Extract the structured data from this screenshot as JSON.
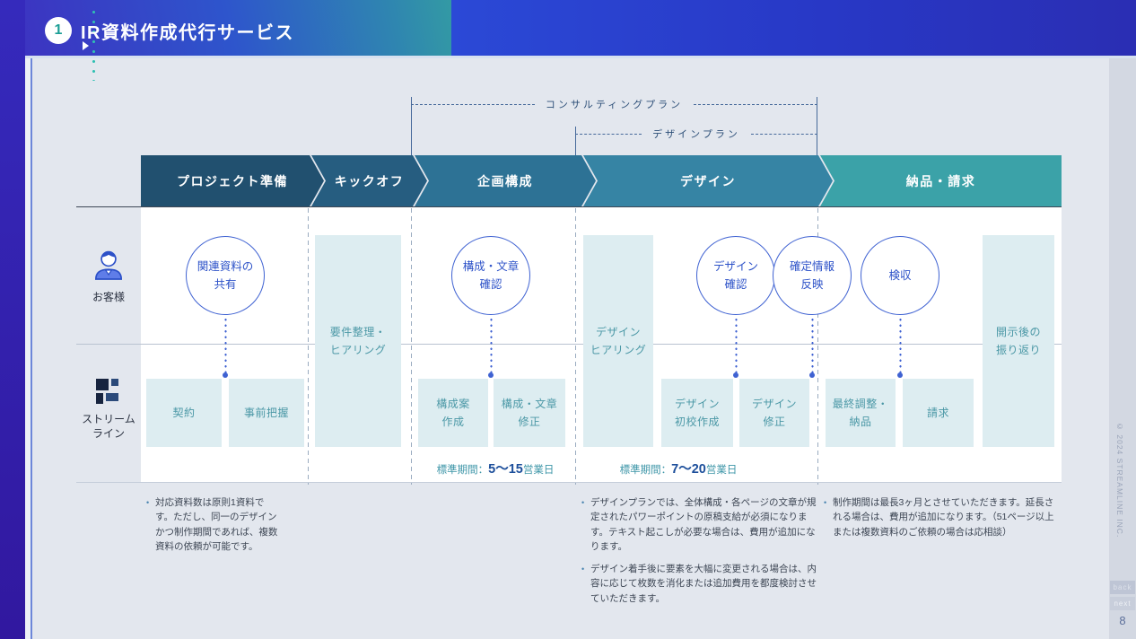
{
  "header": {
    "badge": "1",
    "title": "IR資料作成代行サービス"
  },
  "plan_brackets": {
    "consulting": "コンサルティングプラン",
    "design": "デザインプラン"
  },
  "phases": [
    {
      "label": "プロジェクト準備",
      "color": "#21506f"
    },
    {
      "label": "キックオフ",
      "color": "#265d80"
    },
    {
      "label": "企画構成",
      "color": "#2d7295"
    },
    {
      "label": "デザイン",
      "color": "#3684a4"
    },
    {
      "label": "納品・請求",
      "color": "#3ba2a8"
    }
  ],
  "lanes": {
    "customer": {
      "label": "お客様"
    },
    "streamline": {
      "label1": "ストリーム",
      "label2": "ライン"
    }
  },
  "circles": [
    {
      "line1": "関連資料の",
      "line2": "共有"
    },
    {
      "line1": "構成・文章",
      "line2": "確認"
    },
    {
      "line1": "デザイン",
      "line2": "確認"
    },
    {
      "line1": "確定情報",
      "line2": "反映"
    },
    {
      "line1": "検収"
    }
  ],
  "boxes": [
    {
      "line1": "契約"
    },
    {
      "line1": "事前把握"
    },
    {
      "line1": "構成案",
      "line2": "作成"
    },
    {
      "line1": "構成・文章",
      "line2": "修正"
    },
    {
      "line1": "デザイン",
      "line2": "初校作成"
    },
    {
      "line1": "デザイン",
      "line2": "修正"
    },
    {
      "line1": "最終調整・",
      "line2": "納品"
    },
    {
      "line1": "請求"
    }
  ],
  "span_boxes": [
    {
      "line1": "要件整理・",
      "line2": "ヒアリング"
    },
    {
      "line1": "デザイン",
      "line2": "ヒアリング"
    },
    {
      "line1": "開示後の",
      "line2": "振り返り"
    }
  ],
  "periods": [
    {
      "prefix": "標準期間：",
      "value": "5〜15",
      "suffix": "営業日"
    },
    {
      "prefix": "標準期間：",
      "value": "7〜20",
      "suffix": "営業日"
    }
  ],
  "notes_bullet": "•",
  "notes": {
    "col1": [
      "対応資料数は原則1資料です。ただし、同一のデザインかつ制作期間であれば、複数資料の依頼が可能です。"
    ],
    "col2": [
      "デザインプランでは、全体構成・各ページの文章が規定されたパワーポイントの原稿支給が必須になります。テキスト起こしが必要な場合は、費用が追加になります。",
      "デザイン着手後に要素を大幅に変更される場合は、内容に応じて枚数を消化または追加費用を都度検討させていただきます。"
    ],
    "col3": [
      "制作期間は最長3ヶ月とさせていただきます。延長される場合は、費用が追加になります。（51ページ以上または複数資料のご依頼の場合は応相談）"
    ]
  },
  "sidebar": {
    "copyright": "© 2024 STREAMLINE INC.",
    "back_label": "back",
    "next_label": "next",
    "page_number": "8"
  },
  "colors": {
    "accent_teal": "#2fc0b2",
    "accent_blue": "#3f62d2",
    "box_fill": "#ddedf1",
    "box_text": "#4b98a6",
    "indigo_bar": "#31189f"
  }
}
